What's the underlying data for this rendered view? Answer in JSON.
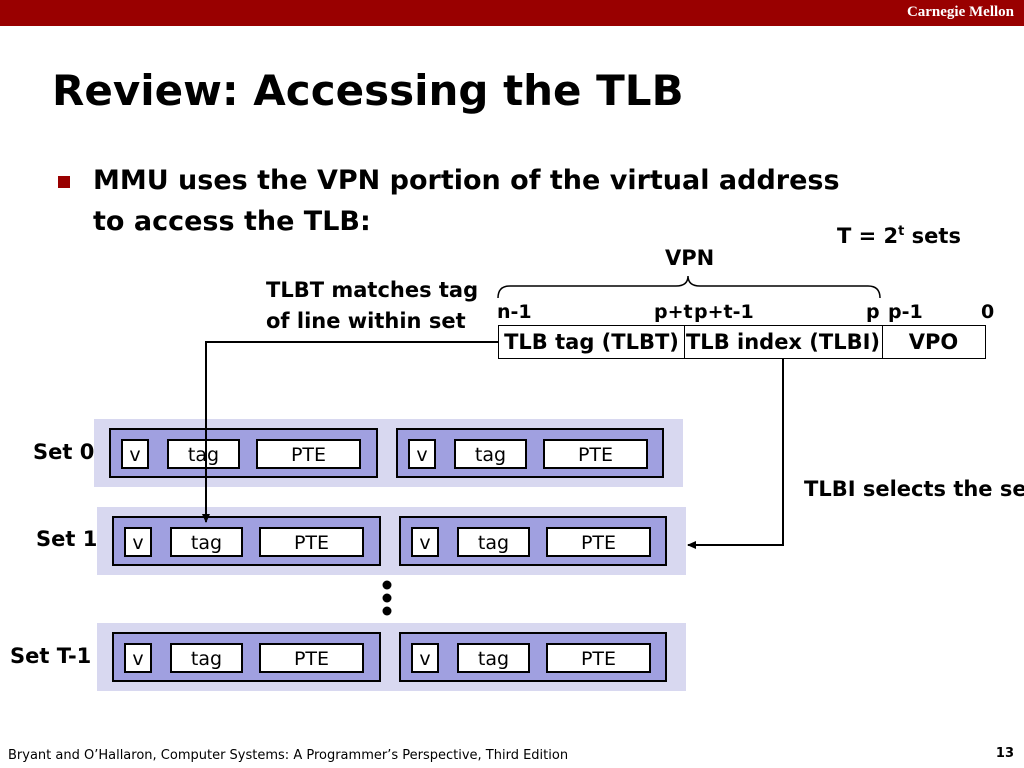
{
  "header": {
    "brand": "Carnegie Mellon"
  },
  "slide": {
    "title": "Review: Accessing the TLB",
    "bullet": "MMU uses the VPN portion of the virtual address to access the TLB:"
  },
  "annotations": {
    "t_eq": "T = 2",
    "t_sup": "t",
    "t_rest": " sets",
    "vpn": "VPN",
    "tlbt_match_1": "TLBT matches tag",
    "tlbt_match_2": "of line within set",
    "tlbi_selects": "TLBI selects the set"
  },
  "address": {
    "bits": [
      "n-1",
      "p+t",
      "p+t-1",
      "p",
      "p-1",
      "0"
    ],
    "fields": [
      "TLB tag (TLBT)",
      "TLB index (TLBI)",
      "VPO"
    ]
  },
  "sets": [
    {
      "label": "Set 0",
      "lines": [
        {
          "v": "v",
          "tag": "tag",
          "pte": "PTE"
        },
        {
          "v": "v",
          "tag": "tag",
          "pte": "PTE"
        }
      ]
    },
    {
      "label": "Set 1",
      "lines": [
        {
          "v": "v",
          "tag": "tag",
          "pte": "PTE"
        },
        {
          "v": "v",
          "tag": "tag",
          "pte": "PTE"
        }
      ]
    },
    {
      "label": "Set T-1",
      "lines": [
        {
          "v": "v",
          "tag": "tag",
          "pte": "PTE"
        },
        {
          "v": "v",
          "tag": "tag",
          "pte": "PTE"
        }
      ]
    }
  ],
  "footer": {
    "citation": "Bryant and O’Hallaron, Computer Systems: A Programmer’s Perspective, Third Edition",
    "page": "13"
  }
}
